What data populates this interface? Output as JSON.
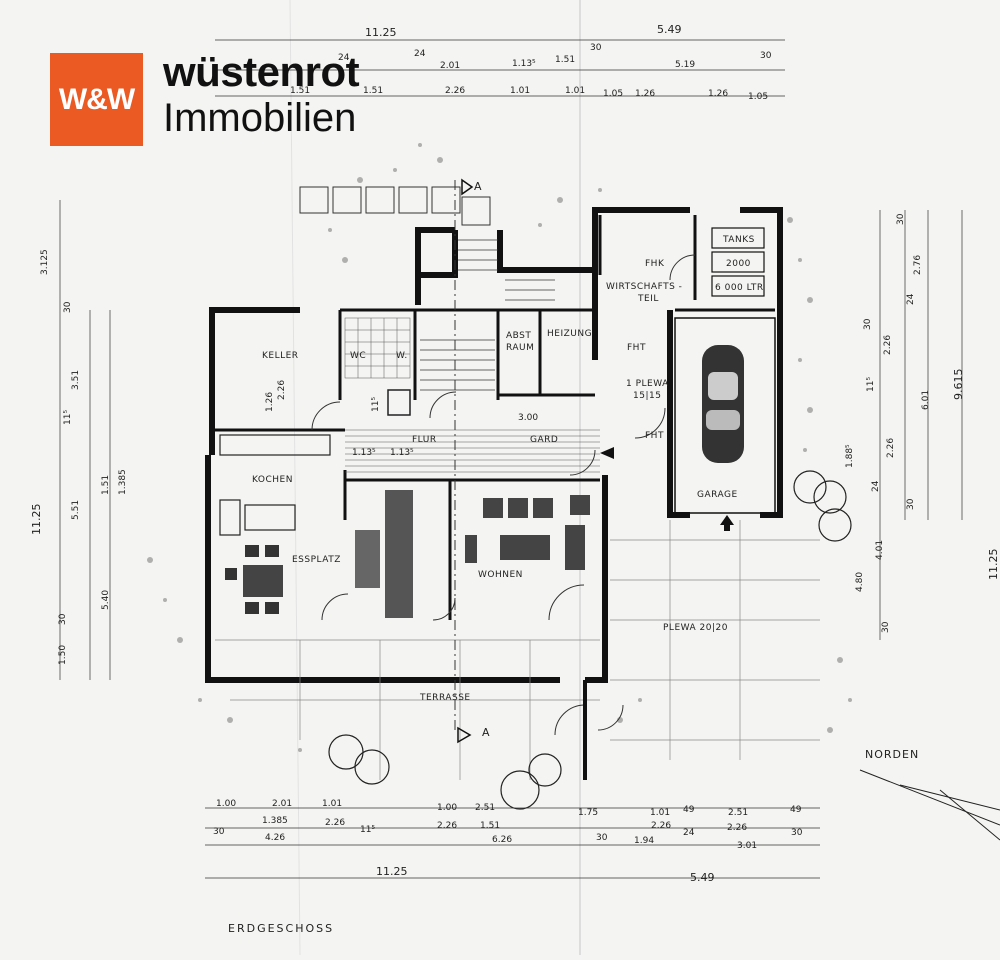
{
  "logo": {
    "mark": "W&W",
    "brand": "wüstenrot",
    "sub": "Immobilien",
    "color": "#ec5a24"
  },
  "plan": {
    "title": "ERDGESCHOSS",
    "north": "NORDEN",
    "section": "A",
    "rooms": {
      "keller": "KELLER",
      "wc": "WC",
      "w": "W.",
      "abstraum": "ABST",
      "abstraum2": "RAUM",
      "heizung": "HEIZUNG",
      "fhk": "FHK",
      "wirtschaft": "WIRTSCHAFTS -",
      "wirtschaft2": "TEIL",
      "tanks": "TANKS",
      "tank_a": "2000",
      "tank_b": "6 000 LTR",
      "flur": "FLUR",
      "gard": "GARD",
      "kochen": "KOCHEN",
      "essplatz": "ESSPLATZ",
      "wohnen": "WOHNEN",
      "terrasse": "TERRASSE",
      "garage": "GARAGE",
      "fht1": "FHT",
      "fht2": "FHT",
      "plewa1": "1 PLEWA",
      "plewa1b": "15|15",
      "plewa2": "PLEWA  20|20"
    },
    "dims_top": {
      "total_left": "11.25",
      "total_right": "5.49",
      "r2": [
        "24",
        "2.01",
        "24",
        "1.13⁵",
        "1.51",
        "30",
        "5.19",
        "30"
      ],
      "r3": [
        "1.51",
        "1.51",
        "2.26",
        "1.01",
        "1.01",
        "1.05",
        "1.26",
        "1.26",
        "1.05"
      ]
    },
    "dims_bottom": {
      "r1": [
        "1.00",
        "2.01",
        "1.01",
        "1.00",
        "2.51",
        "1.75",
        "1.01",
        "49",
        "2.51",
        "49"
      ],
      "r2": [
        "1.385",
        "2.26",
        "2.26",
        "1.51",
        "2.26",
        "2.26"
      ],
      "r3": [
        "30",
        "4.26",
        "11⁵",
        "6.26",
        "30",
        "1.94",
        "24",
        "3.01",
        "30"
      ],
      "total_left": "11.25",
      "total_right": "5.49"
    },
    "dims_left": [
      "3.125",
      "30",
      "3.51",
      "11⁵",
      "1.51",
      "1.385",
      "5.51",
      "5.40",
      "30",
      "1.50",
      "11.25"
    ],
    "dims_right": [
      "30",
      "2.76",
      "24",
      "2.26",
      "30",
      "11⁵",
      "6.01",
      "9.615",
      "1.88⁵",
      "2.26",
      "24",
      "30",
      "4.80",
      "4.01",
      "30",
      "11.25"
    ],
    "inner": [
      "1.13⁵",
      "1.13⁵",
      "3.00",
      "1.26",
      "2.26",
      "11⁵"
    ]
  }
}
